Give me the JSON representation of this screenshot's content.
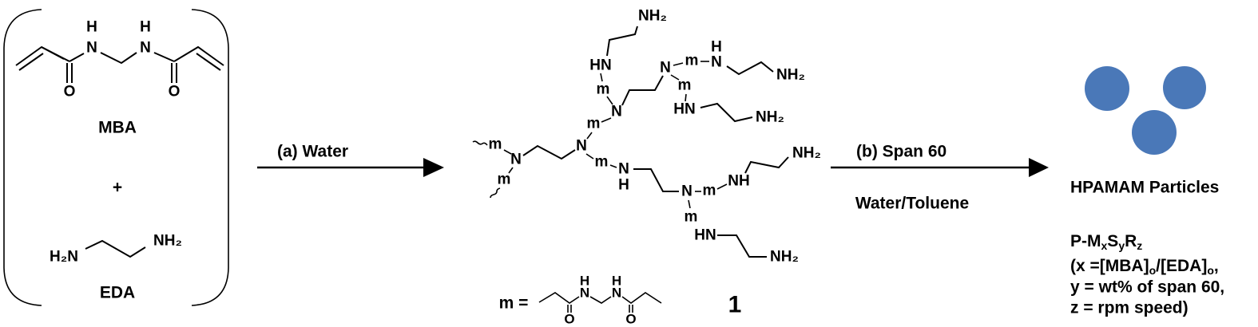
{
  "reactants": {
    "mba_label": "MBA",
    "plus": "+",
    "eda_label": "EDA",
    "mba_atoms": [
      "H",
      "N",
      "H",
      "N",
      "O",
      "O"
    ],
    "eda_atoms": [
      "H₂N",
      "NH₂"
    ]
  },
  "step_a": {
    "label": "(a)  Water"
  },
  "product": {
    "atoms": [
      "NH₂",
      "HN",
      "m",
      "N",
      "m",
      "N",
      "m",
      "N",
      "m",
      "N",
      "m",
      "H",
      "N",
      "NH₂",
      "m",
      "HN",
      "NH₂",
      "m",
      "N",
      "H",
      "N",
      "m",
      "NH",
      "NH₂",
      "m",
      "HN",
      "NH₂"
    ],
    "compound_number": "1",
    "m_definition_label": "m =",
    "m_atoms": [
      "H",
      "N",
      "H",
      "N",
      "O",
      "O"
    ]
  },
  "step_b": {
    "label": "(b)  Span 60",
    "solvent": "Water/Toluene"
  },
  "result": {
    "title": "HPAMAM Particles",
    "formula": {
      "base": "P-M",
      "x": "x",
      "s": "S",
      "y": "y",
      "r": "R",
      "z": "z"
    },
    "line_x": {
      "pre": "(x =[MBA]",
      "sub1": "o",
      "mid": "/[EDA]",
      "sub2": "o",
      "post": ","
    },
    "line_y": "y = wt% of span 60,",
    "line_z": "z = rpm speed)",
    "particle_color": "#4a78b8"
  }
}
